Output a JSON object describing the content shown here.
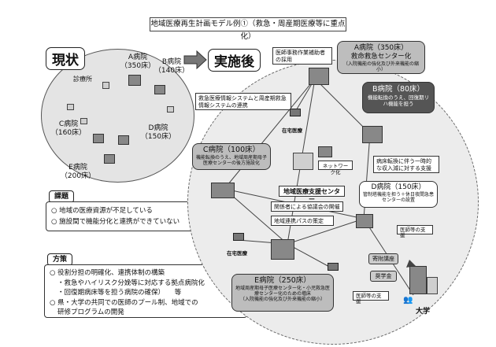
{
  "title": "地域医療再生計画モデル例①（救急・周産期医療等に重点化）",
  "current": {
    "label": "現状",
    "clinic": "診療所",
    "hospitals": [
      {
        "name": "A病院",
        "beds": "（350床）"
      },
      {
        "name": "B病院",
        "beds": "（140床）"
      },
      {
        "name": "C病院",
        "beds": "（160床）"
      },
      {
        "name": "D病院",
        "beds": "（150床）"
      },
      {
        "name": "E病院",
        "beds": "（200床）"
      }
    ]
  },
  "issues": {
    "label": "課題",
    "items": [
      "地域の医療資源が不足している",
      "施設間で機能分化と連携ができていない"
    ]
  },
  "measures": {
    "label": "方策",
    "items": [
      "役割分担の明確化、連携体制の構築",
      "・救急やハイリスク分娩等に対応する拠点病院化",
      "・回復期病床等を担う病院の確保）　　等",
      "県・大学の共同での医師のプール制、地域での",
      "研修プログラムの開発"
    ]
  },
  "after": {
    "label": "実施後",
    "clerk": "医師事務作業補助者の採用",
    "info_system": "救急医療情報システムと周産期救急情報システムの連携",
    "home_care_1": "在宅医療",
    "home_care_2": "在宅医療",
    "network": "ネットワーク化",
    "support_center": "地域医療支援センター",
    "council": "関係者による協議会の開催",
    "pathway": "地域連携パスの策定",
    "hospA": {
      "title": "A病院（350床）",
      "role": "救命救急センター化",
      "note": "（入院機能の強化及び外来機能の縮小）"
    },
    "hospB": {
      "title": "B病院（80床）",
      "role": "機能転換のうえ、回復期リハ機能を担う"
    },
    "hospC": {
      "title": "C病院（100床）",
      "role": "機能転換のうえ、地域周産期母子医療センターの後方施設化"
    },
    "hospD": {
      "title": "D病院（150床）",
      "role": "管制塔機能を担う＋休日夜間急患センターの設置"
    },
    "hospE": {
      "title": "E病院（250床）",
      "role": "地域周産期母子医療センター化・小児救急医療センター化のための増床",
      "note": "（入院機能の強化及び外来機能の縮小）"
    },
    "temp_support": "病床転換に伴う一時的な収入減に対する支援",
    "doctor_support1": "医師等の支援",
    "doctor_support2": "医師等の支援",
    "endowed": "寄附講座",
    "scholarship": "奨学金",
    "university": "大学"
  }
}
